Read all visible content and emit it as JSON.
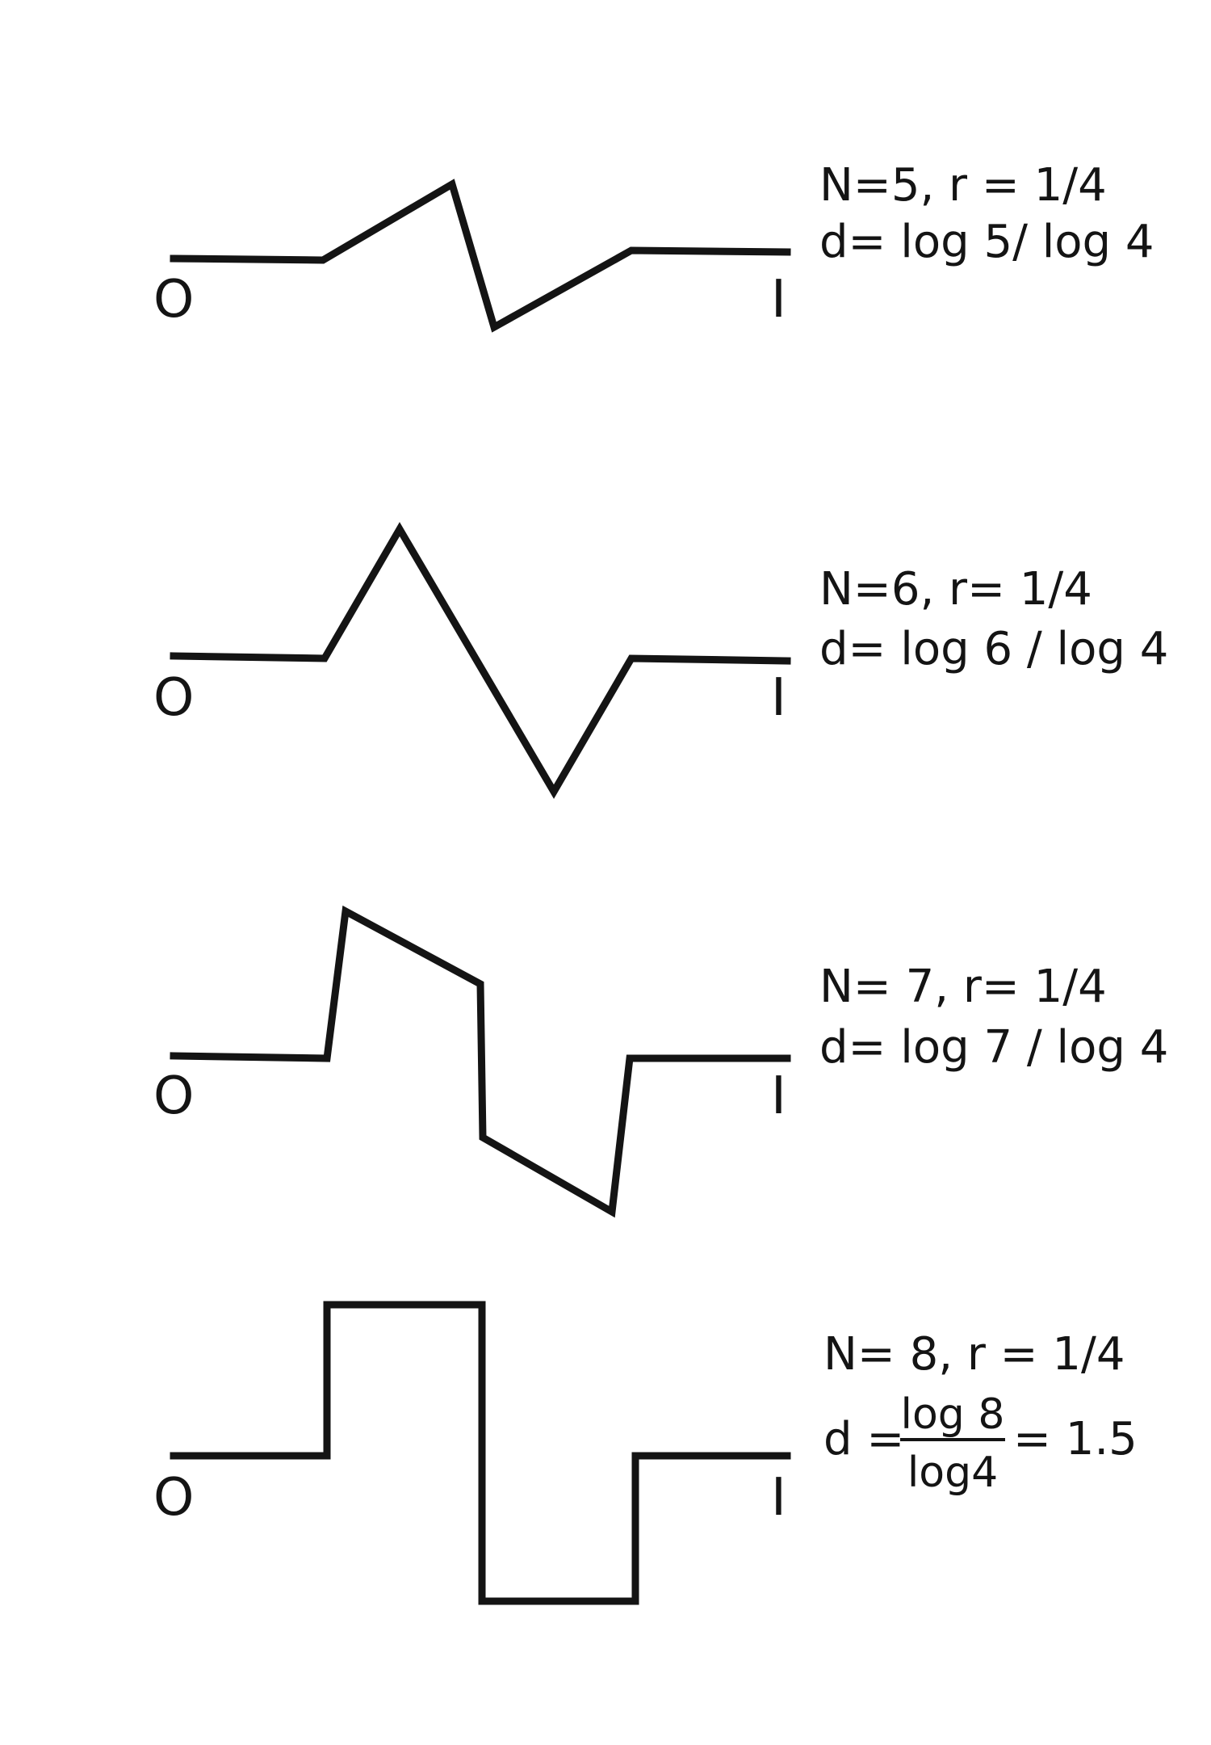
{
  "panels": [
    {
      "id": "n5",
      "start_label": "O",
      "end_label": "I",
      "caption_line1": "N=5, r = 1/4",
      "caption_line2": "d= log 5/ log 4"
    },
    {
      "id": "n6",
      "start_label": "O",
      "end_label": "I",
      "caption_line1": "N=6, r= 1/4",
      "caption_line2": "d= log 6 / log 4"
    },
    {
      "id": "n7",
      "start_label": "O",
      "end_label": "I",
      "caption_line1": "N= 7, r= 1/4",
      "caption_line2": "d= log 7 / log 4"
    },
    {
      "id": "n8",
      "start_label": "O",
      "end_label": "I",
      "caption_line1": "N= 8, r = 1/4",
      "d_prefix": "d =",
      "d_numerator": "log 8",
      "d_denominator": "log4",
      "d_suffix": "= 1.5"
    }
  ]
}
